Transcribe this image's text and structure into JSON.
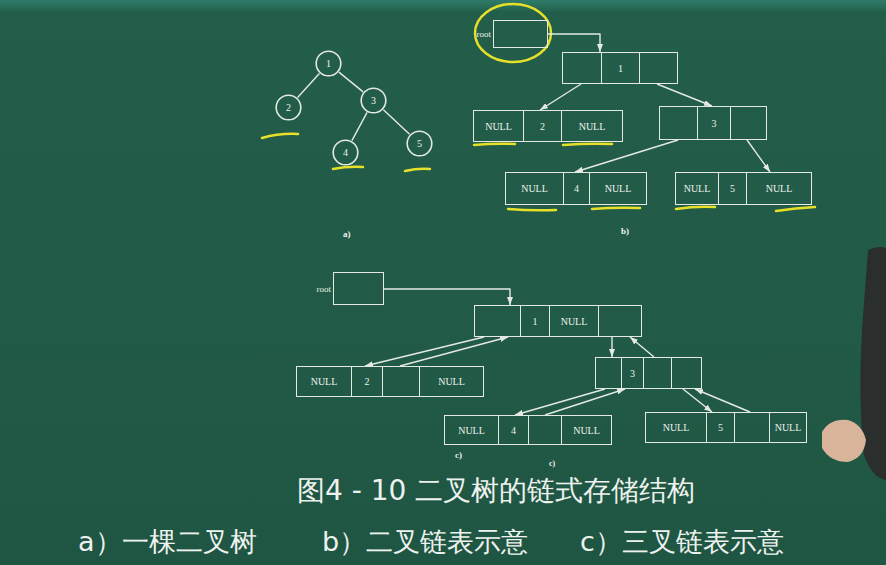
{
  "diagram": {
    "caption": "图4 - 10 二叉树的链式存储结构",
    "nodes": [
      {
        "text": [
          "1"
        ]
      },
      {
        "text": [
          "2"
        ]
      },
      {
        "text": [
          "3"
        ]
      },
      {
        "text": [
          "4"
        ]
      },
      {
        "text": [
          "5"
        ]
      },
      {
        "text": [
          "root"
        ]
      },
      {
        "text": [
          "1"
        ]
      },
      {
        "text": [
          "NULL",
          "2",
          "NULL"
        ]
      },
      {
        "text": [
          "3"
        ]
      },
      {
        "text": [
          "NULL",
          "4",
          "NULL"
        ]
      },
      {
        "text": [
          "NULL",
          "5",
          "NULL"
        ]
      },
      {
        "text": [
          "root"
        ]
      },
      {
        "text": [
          "1",
          "NULL"
        ]
      },
      {
        "text": [
          "NULL",
          "2",
          "NULL"
        ]
      },
      {
        "text": [
          "3"
        ]
      },
      {
        "text": [
          "NULL",
          "4",
          "NULL"
        ]
      },
      {
        "text": [
          "NULL",
          "5",
          "NULL"
        ]
      }
    ],
    "edges": [
      {
        "from": 0,
        "to": 1,
        "arrow": "none"
      },
      {
        "from": 0,
        "to": 2,
        "arrow": "none"
      },
      {
        "from": 2,
        "to": 3,
        "arrow": "none"
      },
      {
        "from": 2,
        "to": 4,
        "arrow": "none"
      },
      {
        "from": 5,
        "to": 6,
        "arrow": "to"
      },
      {
        "from": 6,
        "to": 7,
        "arrow": "to"
      },
      {
        "from": 6,
        "to": 8,
        "arrow": "to"
      },
      {
        "from": 8,
        "to": 9,
        "arrow": "to"
      },
      {
        "from": 8,
        "to": 10,
        "arrow": "to"
      },
      {
        "from": 11,
        "to": 12,
        "arrow": "to"
      },
      {
        "from": 12,
        "to": 13,
        "arrow": "to"
      },
      {
        "from": 13,
        "to": 12,
        "arrow": "to"
      },
      {
        "from": 12,
        "to": 14,
        "arrow": "to"
      },
      {
        "from": 14,
        "to": 12,
        "arrow": "to"
      },
      {
        "from": 14,
        "to": 15,
        "arrow": "to"
      },
      {
        "from": 15,
        "to": 14,
        "arrow": "to"
      },
      {
        "from": 14,
        "to": 16,
        "arrow": "to"
      },
      {
        "from": 16,
        "to": 14,
        "arrow": "to"
      }
    ],
    "labels": [
      "a)",
      "b)",
      "c)",
      "c)",
      "a）一棵二叉树",
      "b）二叉链表示意",
      "c）三叉链表示意"
    ]
  }
}
